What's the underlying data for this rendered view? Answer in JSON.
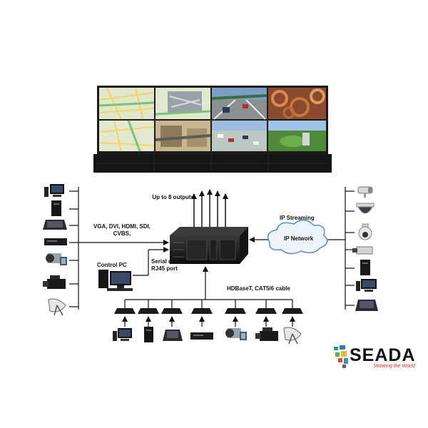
{
  "labels": {
    "outputs": "Up to 8 outputs",
    "inputs_line1": "VGA, DVI, HDMI, SDI,",
    "inputs_line2": "CVBS,",
    "control_pc": "Control PC",
    "serial_line1": "Serial or",
    "serial_line2": "RJ45 port",
    "ip_streaming": "IP Streaming",
    "ip_network": "IP Network",
    "hdbaset": "HDBaseT, CAT5/6 cable"
  },
  "logo": {
    "name": "SEADA",
    "tagline": "Showing the World"
  },
  "colors": {
    "line": "#111111",
    "screen_bezel": "#222222",
    "cloud_stroke": "#5b8cc8",
    "cloud_fill": "#eef4fb",
    "brand_red": "#c0392b"
  },
  "video_wall_panels": [
    {
      "icon": "map-view"
    },
    {
      "icon": "map-view"
    },
    {
      "icon": "highway-camera"
    },
    {
      "icon": "copper-cables"
    },
    {
      "icon": "map-view"
    },
    {
      "icon": "city-street"
    },
    {
      "icon": "parking-lot"
    },
    {
      "icon": "green-field"
    }
  ],
  "left_sources": [
    "desktop-pc-icon",
    "tower-pc-icon",
    "laptop-icon",
    "dvd-player-icon",
    "camcorder-icon",
    "pro-video-camera-icon",
    "satellite-dish-icon"
  ],
  "right_sources": [
    "bullet-camera-icon",
    "dome-camera-icon",
    "ptz-camera-icon",
    "box-camera-icon",
    "nvr-icon",
    "desktop-pc-icon",
    "laptop-icon"
  ],
  "bottom_sources": [
    "desktop-pc-icon",
    "tower-pc-icon",
    "laptop-icon",
    "dvd-player-icon",
    "camcorder-icon",
    "pro-video-camera-icon",
    "satellite-dish-icon"
  ]
}
